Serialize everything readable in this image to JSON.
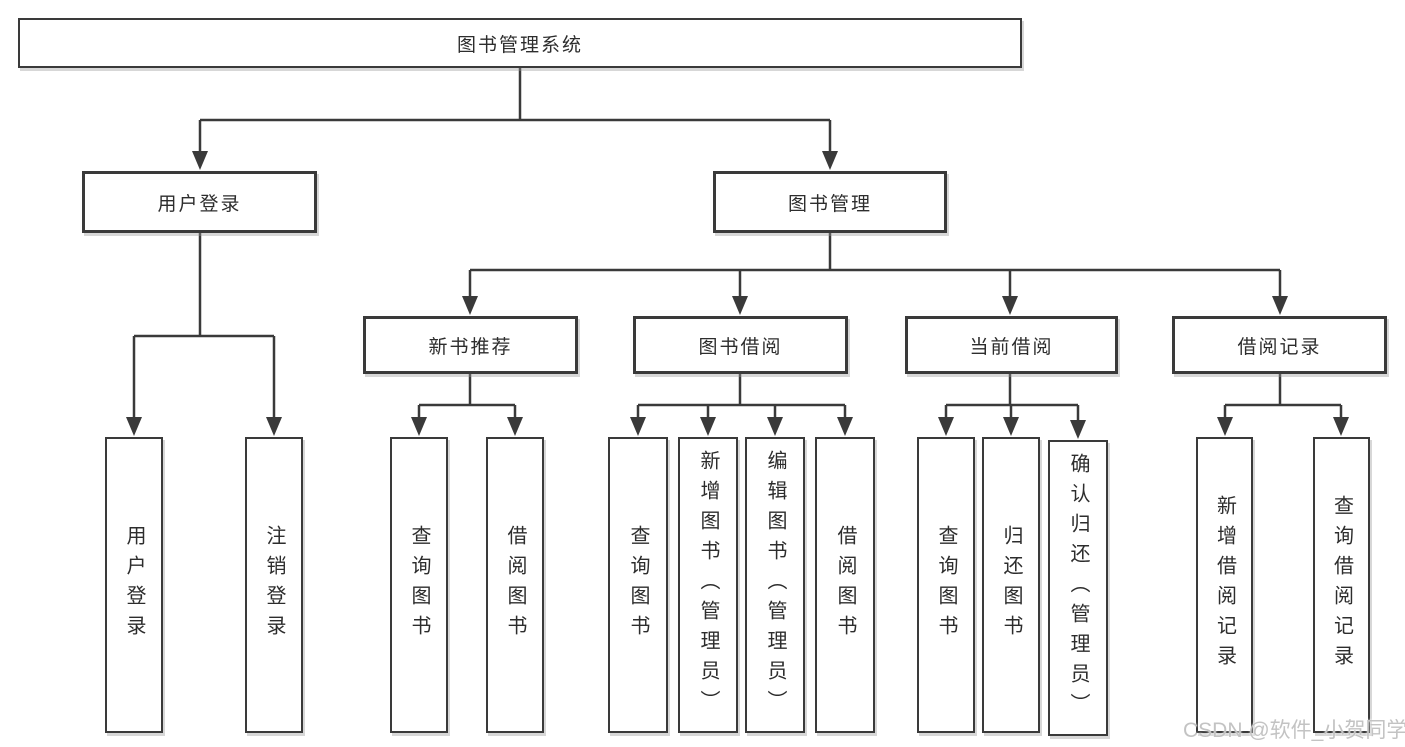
{
  "tree": {
    "label": "图书管理系统",
    "children": [
      {
        "label": "用户登录",
        "children": [
          {
            "label": "用户登录"
          },
          {
            "label": "注销登录"
          }
        ]
      },
      {
        "label": "图书管理",
        "children": [
          {
            "label": "新书推荐",
            "children": [
              {
                "label": "查询图书"
              },
              {
                "label": "借阅图书"
              }
            ]
          },
          {
            "label": "图书借阅",
            "children": [
              {
                "label": "查询图书"
              },
              {
                "label": "新增图书（管理员）"
              },
              {
                "label": "编辑图书（管理员）"
              },
              {
                "label": "借阅图书"
              }
            ]
          },
          {
            "label": "当前借阅",
            "children": [
              {
                "label": "查询图书"
              },
              {
                "label": "归还图书"
              },
              {
                "label": "确认归还（管理员）"
              }
            ]
          },
          {
            "label": "借阅记录",
            "children": [
              {
                "label": "新增借阅记录"
              },
              {
                "label": "查询借阅记录"
              }
            ]
          }
        ]
      }
    ]
  },
  "watermark": {
    "text": "CSDN @软件_小贺同学"
  },
  "colors": {
    "box_border": "#3a3a3a",
    "box_fill": "#ffffff",
    "text": "#2d2d2d",
    "connector": "#3a3a3a",
    "watermark": "#c3c3c3",
    "background": "#ffffff"
  }
}
